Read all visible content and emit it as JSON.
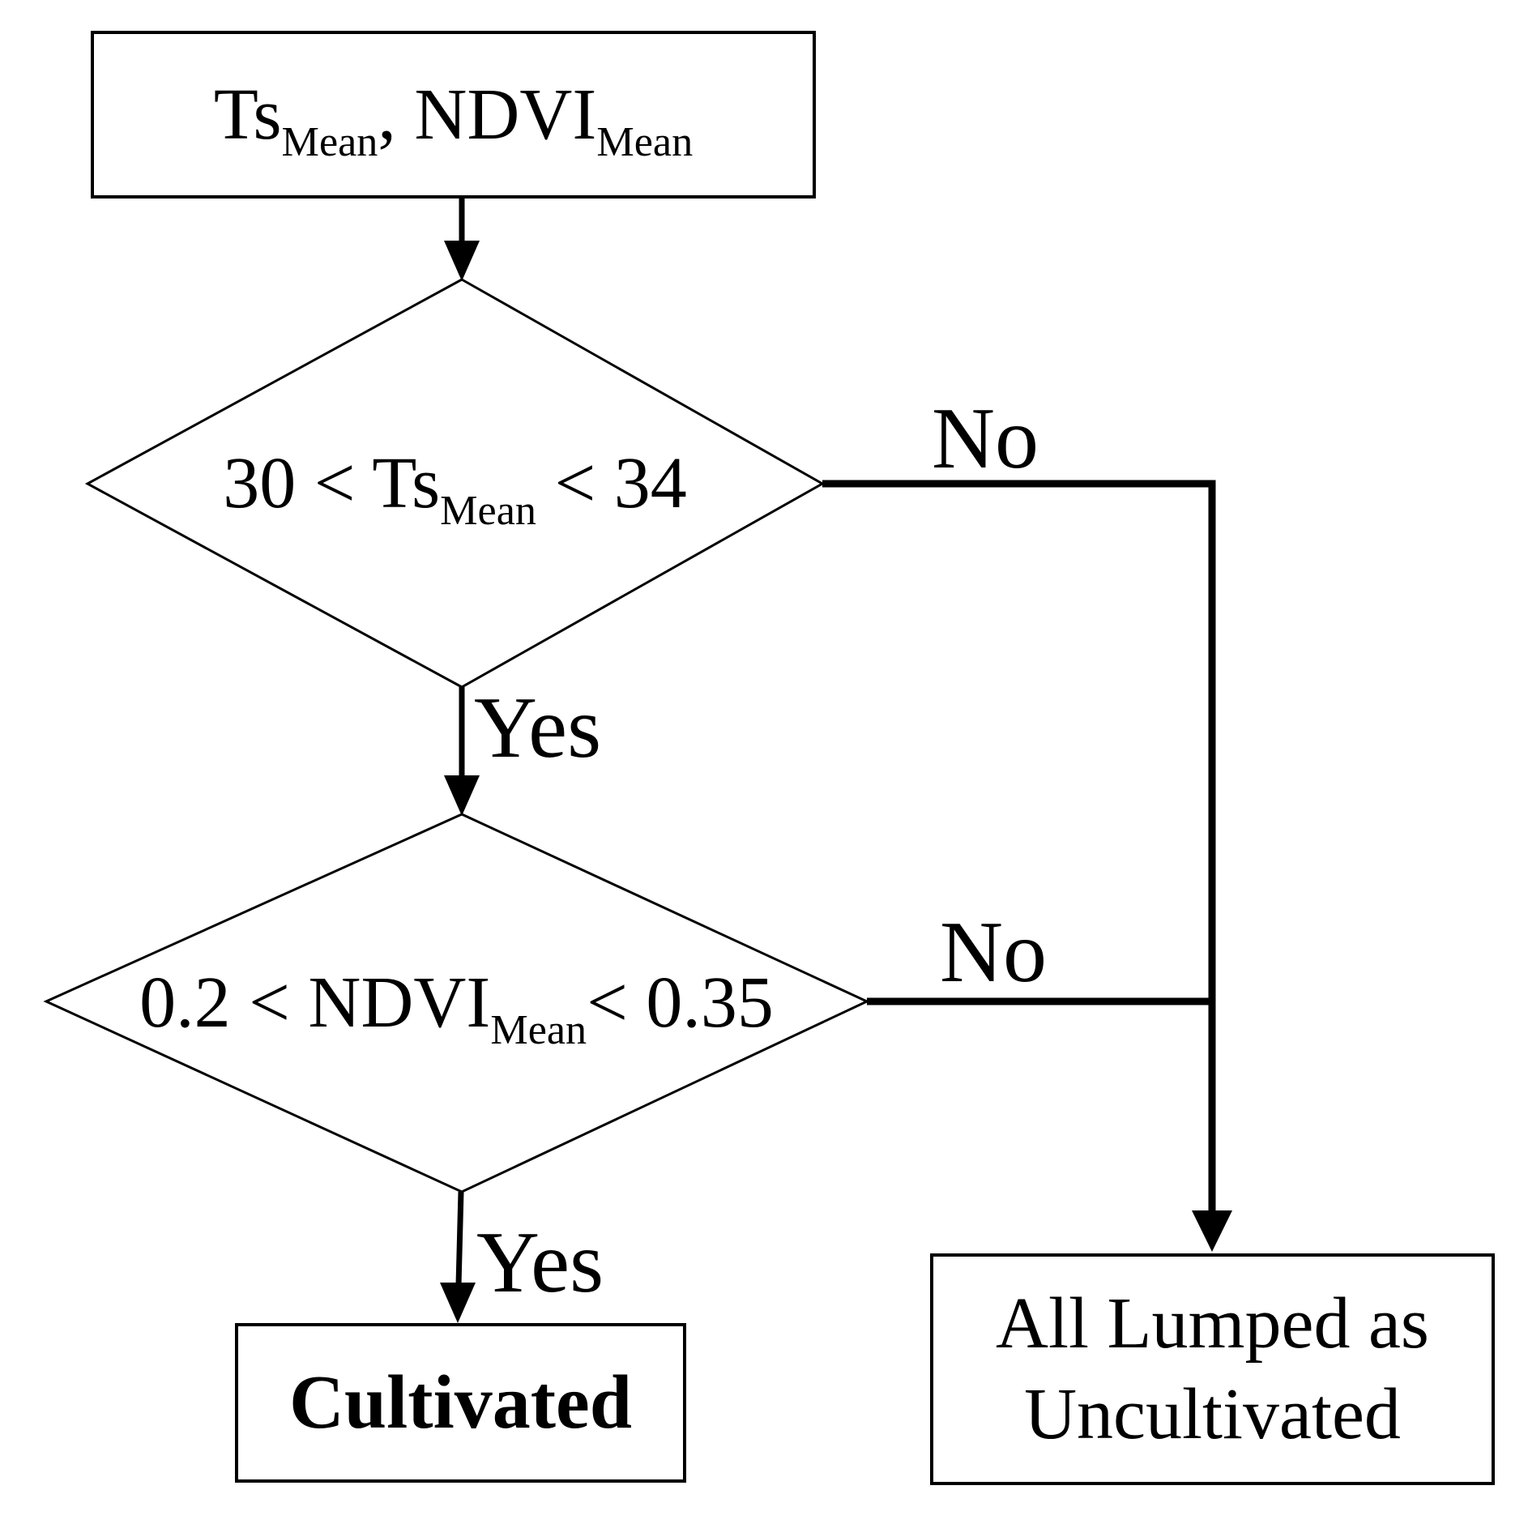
{
  "flowchart": {
    "background_color": "#ffffff",
    "line_color": "#000000",
    "text_color": "#000000",
    "nodes": {
      "input": {
        "t1": "Ts",
        "s1": "Mean",
        "t2": ", NDVI",
        "s2": "Mean"
      },
      "decision1": {
        "t1": "30 < Ts",
        "s1": "Mean",
        "t2": " < 34"
      },
      "decision2": {
        "t1": "0.2 < NDVI",
        "s1": "Mean",
        "t2": "< 0.35"
      },
      "cultivated": {
        "label": "Cultivated"
      },
      "uncultivated": {
        "line1": "All Lumped as",
        "line2": "Uncultivated"
      }
    },
    "edge_labels": {
      "decision1_no": "No",
      "decision1_yes": "Yes",
      "decision2_no": "No",
      "decision2_yes": "Yes"
    }
  }
}
